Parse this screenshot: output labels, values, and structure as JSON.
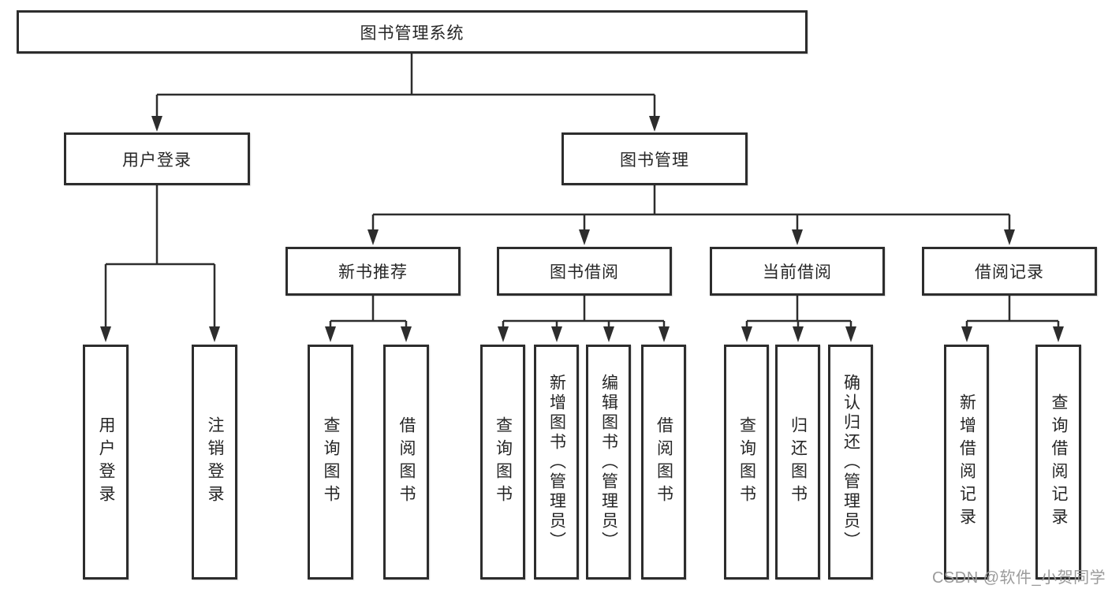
{
  "title": "图书管理系统",
  "watermark": "CSDN @软件_小贺同学",
  "colors": {
    "background": "#ffffff",
    "box_border": "#2d2d2d",
    "connector_line": "#2d2d2d",
    "text": "#262626",
    "watermark_text": "#9b9b9b"
  },
  "tree": {
    "label": "图书管理系统",
    "children": [
      {
        "label": "用户登录",
        "children": [
          {
            "label": "用户登录"
          },
          {
            "label": "注销登录"
          }
        ]
      },
      {
        "label": "图书管理",
        "children": [
          {
            "label": "新书推荐",
            "children": [
              {
                "label": "查询图书"
              },
              {
                "label": "借阅图书"
              }
            ]
          },
          {
            "label": "图书借阅",
            "children": [
              {
                "label": "查询图书"
              },
              {
                "label": "新增图书（管理员）"
              },
              {
                "label": "编辑图书（管理员）"
              },
              {
                "label": "借阅图书"
              }
            ]
          },
          {
            "label": "当前借阅",
            "children": [
              {
                "label": "查询图书"
              },
              {
                "label": "归还图书"
              },
              {
                "label": "确认归还（管理员）"
              }
            ]
          },
          {
            "label": "借阅记录",
            "children": [
              {
                "label": "新增借阅记录"
              },
              {
                "label": "查询借阅记录"
              }
            ]
          }
        ]
      }
    ]
  }
}
